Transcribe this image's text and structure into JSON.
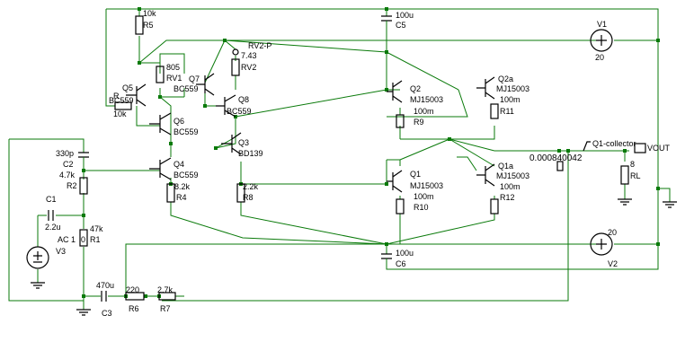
{
  "components": {
    "R5": {
      "ref": "R5",
      "value": "10k"
    },
    "RV1": {
      "ref": "RV1",
      "value": "805"
    },
    "RV2": {
      "ref": "RV2",
      "value": "7.43",
      "probe": "RV2-P"
    },
    "R_Q5": {
      "ref": "R",
      "value": "10k"
    },
    "Q5": {
      "ref": "Q5",
      "type": "BC559"
    },
    "Q6": {
      "ref": "Q6",
      "type": "BC559"
    },
    "Q7": {
      "ref": "Q7",
      "type": "BC559"
    },
    "Q8": {
      "ref": "Q8",
      "type": "BC559"
    },
    "Q4": {
      "ref": "Q4",
      "type": "BC559"
    },
    "Q3": {
      "ref": "Q3",
      "type": "BD139"
    },
    "Q2": {
      "ref": "Q2",
      "type": "MJ15003"
    },
    "Q2a": {
      "ref": "Q2a",
      "type": "MJ15003"
    },
    "Q1": {
      "ref": "Q1",
      "type": "MJ15003"
    },
    "Q1a": {
      "ref": "Q1a",
      "type": "MJ15003"
    },
    "R9": {
      "ref": "R9",
      "value": "100m"
    },
    "R11": {
      "ref": "R11",
      "value": "100m"
    },
    "R10": {
      "ref": "R10",
      "value": "100m"
    },
    "R12": {
      "ref": "R12",
      "value": "100m"
    },
    "R4": {
      "ref": "R4",
      "value": "8.2k"
    },
    "R8": {
      "ref": "R8",
      "value": "2.2k"
    },
    "C2": {
      "ref": "C2",
      "value": "330p"
    },
    "R2": {
      "ref": "R2",
      "value": "4.7k"
    },
    "R1": {
      "ref": "R1",
      "value": "47k",
      "pre": "0"
    },
    "C1": {
      "ref": "C1",
      "value": "2.2u"
    },
    "V3": {
      "ref": "V3",
      "value": "AC 1"
    },
    "C3": {
      "ref": "C3",
      "value": "470u"
    },
    "R6": {
      "ref": "R6",
      "value": "220"
    },
    "R7": {
      "ref": "R7",
      "value": "2.7k"
    },
    "C5": {
      "ref": "C5",
      "value": "100u"
    },
    "C6": {
      "ref": "C6",
      "value": "100u"
    },
    "V1": {
      "ref": "V1",
      "value": "20"
    },
    "V2": {
      "ref": "V2",
      "value": "20"
    },
    "RL": {
      "ref": "RL",
      "value": "8"
    }
  },
  "probes": {
    "q1_collector": "Q1-collector",
    "vout": "VOUT",
    "readout": "0.000840042"
  },
  "colors": {
    "wire": "#0a7a0a",
    "component": "#000000",
    "background": "#ffffff"
  }
}
